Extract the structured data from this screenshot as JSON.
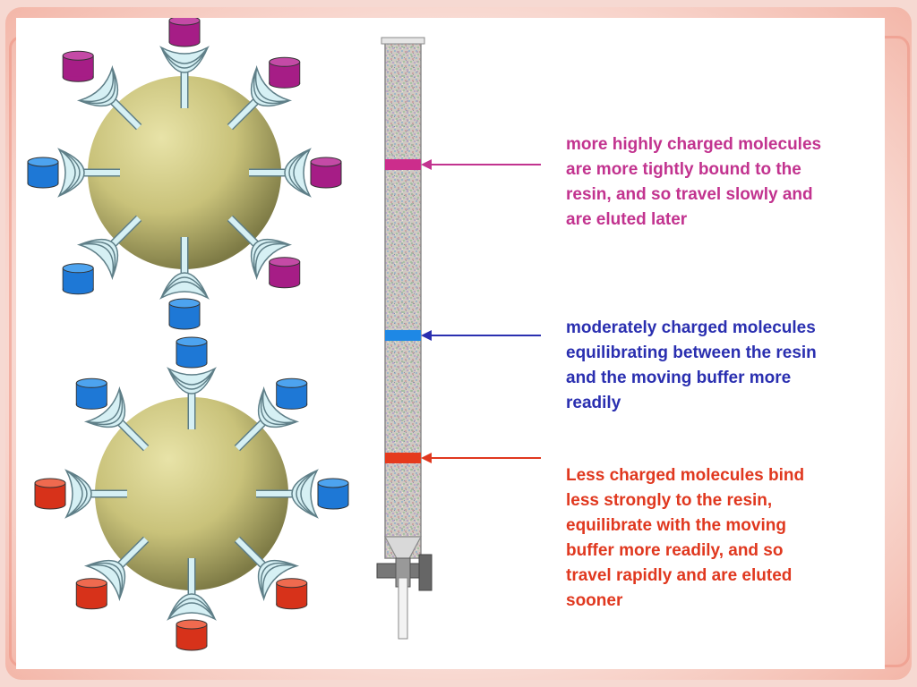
{
  "colors": {
    "high": "#c2338f",
    "moderate": "#2a2fb0",
    "low": "#e0381f",
    "band_high": "#cc2d8c",
    "band_moderate": "#1e88e5",
    "band_low": "#e53a1c",
    "bead": "#c9c27a",
    "receptor": "#d6f0f4",
    "molecule_magenta": "#a61d86",
    "molecule_blue": "#1e78d6",
    "molecule_red": "#d7321a"
  },
  "labels": {
    "high": {
      "lines": [
        "more highly charged molecules",
        "are more tightly bound to the",
        "resin, and so travel slowly and",
        "are eluted later"
      ]
    },
    "moderate": {
      "lines": [
        "moderately charged molecules",
        "equilibrating between the resin",
        "and the moving buffer more",
        "readily"
      ]
    },
    "low": {
      "lines": [
        "Less charged molecules bind",
        "less strongly to the resin,",
        "equilibrate with the moving",
        "buffer more readily, and so",
        "travel rapidly and are eluted",
        "sooner"
      ]
    }
  },
  "beads": [
    {
      "name": "resin-bead-top",
      "molecules": [
        "magenta",
        "magenta",
        "magenta",
        "magenta",
        "blue",
        "blue",
        "blue",
        "magenta"
      ]
    },
    {
      "name": "resin-bead-bottom",
      "molecules": [
        "blue",
        "blue",
        "blue",
        "red",
        "red",
        "red",
        "red",
        "blue"
      ]
    }
  ]
}
